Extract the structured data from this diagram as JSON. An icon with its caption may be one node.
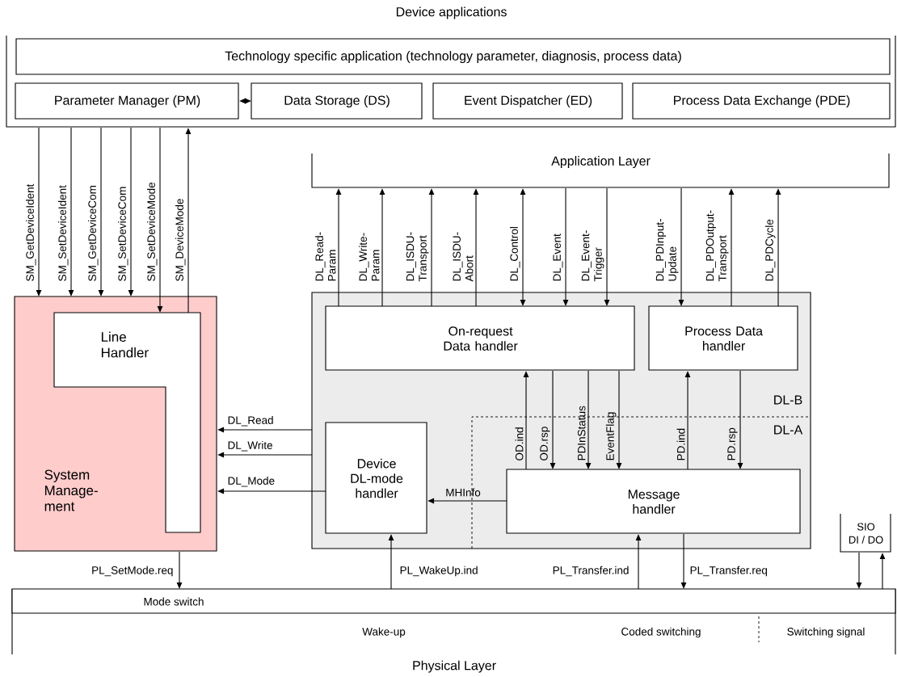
{
  "diagram": {
    "nodes": [
      {
        "text": [
          "Device applications"
        ]
      },
      {
        "text": [
          "Technology specific application (technology parameter, diagnosis, process data)"
        ],
        "in": 0
      },
      {
        "text": [
          "Parameter Manager (PM)"
        ],
        "in": 0
      },
      {
        "text": [
          "Data Storage (DS)"
        ],
        "in": 0
      },
      {
        "text": [
          "Event Dispatcher (ED)"
        ],
        "in": 0
      },
      {
        "text": [
          "Process Data  Exchange (PDE)"
        ],
        "in": 0
      },
      {
        "text": [
          "Application Layer"
        ]
      },
      {
        "text": [
          "System Manage- ment"
        ]
      },
      {
        "text": [
          "Line Handler"
        ],
        "in": 7
      },
      {
        "text": [],
        "shape": "box"
      },
      {
        "text": [
          "On-request Data handler"
        ],
        "in": 9
      },
      {
        "text": [
          "Process Data handler"
        ],
        "in": 9
      },
      {
        "text": [
          "Device DL-mode handler"
        ],
        "in": 9
      },
      {
        "text": [
          "Message handler"
        ],
        "in": 9
      },
      {
        "text": [
          "SIO",
          "DI / DO"
        ]
      },
      {
        "text": [
          "Physical Layer"
        ]
      },
      {
        "text": [
          "Mode switch"
        ],
        "in": 15
      }
    ],
    "edges": [
      {
        "from": 2,
        "to": 3,
        "arrow": "both"
      },
      {
        "from": 0,
        "to": 7,
        "arrow": "to",
        "label": "SM_GetDeviceIdent"
      },
      {
        "from": 0,
        "to": 7,
        "arrow": "to",
        "label": "SM_SetDeviceIdent"
      },
      {
        "from": 0,
        "to": 7,
        "arrow": "to",
        "label": "SM_GetDeviceCom"
      },
      {
        "from": 0,
        "to": 7,
        "arrow": "to",
        "label": "SM_SetDeviceCom"
      },
      {
        "from": 0,
        "to": 8,
        "arrow": "to",
        "label": "SM_SetDeviceMode"
      },
      {
        "from": 8,
        "to": 0,
        "arrow": "to",
        "label": "SM_DeviceMode"
      },
      {
        "from": 10,
        "to": 6,
        "arrow": "to",
        "label": "DL_Read- Param"
      },
      {
        "from": 10,
        "to": 6,
        "arrow": "to",
        "label": "DL_Write- Param"
      },
      {
        "from": 10,
        "to": 6,
        "arrow": "to",
        "label": "DL_ISDU- Transport"
      },
      {
        "from": 10,
        "to": 6,
        "arrow": "to",
        "label": "DL_ISDU- Abort"
      },
      {
        "from": 10,
        "to": 6,
        "arrow": "both",
        "label": "DL_Control"
      },
      {
        "from": 6,
        "to": 10,
        "arrow": "to",
        "label": "DL_Event"
      },
      {
        "from": 6,
        "to": 10,
        "arrow": "to",
        "label": "DL_Event- Trigger"
      },
      {
        "from": 6,
        "to": 11,
        "arrow": "to",
        "label": "DL_PDInput- Update"
      },
      {
        "from": 11,
        "to": 6,
        "arrow": "to",
        "label": "DL_PDOutput- Transport"
      },
      {
        "from": 11,
        "to": 6,
        "arrow": "to",
        "label": "DL_PDCycle"
      },
      {
        "from": 13,
        "to": 10,
        "arrow": "to",
        "label": "OD.ind"
      },
      {
        "from": 10,
        "to": 13,
        "arrow": "to",
        "label": "OD.rsp"
      },
      {
        "from": 10,
        "to": 13,
        "arrow": "to",
        "label": "PDInStatus"
      },
      {
        "from": 10,
        "to": 13,
        "arrow": "to",
        "label": "EventFlag"
      },
      {
        "from": 13,
        "to": 11,
        "arrow": "to",
        "label": "PD.ind"
      },
      {
        "from": 11,
        "to": 13,
        "arrow": "to",
        "label": "PD.rsp"
      },
      {
        "from": 13,
        "to": 12,
        "arrow": "to",
        "label": "MHInfo"
      },
      {
        "from": 9,
        "to": 7,
        "arrow": "to",
        "label": "DL_Read"
      },
      {
        "from": 9,
        "to": 7,
        "arrow": "to",
        "label": "DL_Write"
      },
      {
        "from": 12,
        "to": 7,
        "arrow": "to",
        "label": "DL_Mode"
      },
      {
        "from": 7,
        "to": 16,
        "arrow": "to",
        "label": "PL_SetMode.req"
      },
      {
        "from": 15,
        "to": 12,
        "arrow": "to",
        "label": "PL_WakeUp.ind"
      },
      {
        "from": 15,
        "to": 13,
        "arrow": "to",
        "label": "PL_Transfer.ind"
      },
      {
        "from": 13,
        "to": 15,
        "arrow": "to",
        "label": "PL_Transfer.req"
      },
      {
        "from": 14,
        "to": 15,
        "arrow": "to"
      },
      {
        "from": 15,
        "to": 14,
        "arrow": "to"
      }
    ],
    "labels": [
      "DL-B",
      "DL-A",
      "Wake-up",
      "Coded switching",
      "Switching signal"
    ]
  }
}
